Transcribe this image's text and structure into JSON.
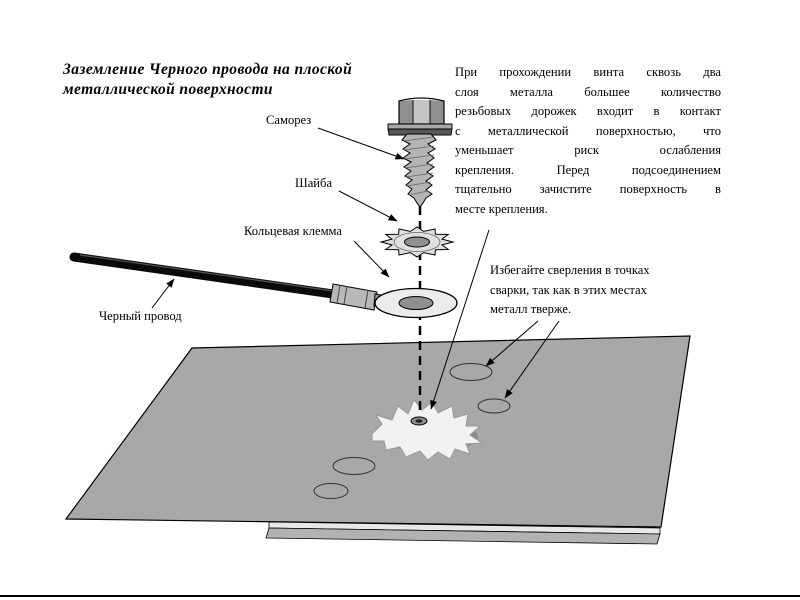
{
  "page": {
    "title_line1": "Заземление Черного провода на плоской",
    "title_line2": "металлической  поверхности"
  },
  "callouts": {
    "screw": "Саморез",
    "washer": "Шайба",
    "ring_terminal": "Кольцевая клемма",
    "black_wire": "Черный провод"
  },
  "paragraphs": {
    "threading_note_lines": [
      "При прохождении винта сквозь два",
      "слоя металла большее количество",
      "резьбовых дорожек входит в контакт",
      "с металлической поверхностью, что",
      "уменьшает риск ослабления",
      "крепления.  Перед подсоединением",
      "тщательно зачистите поверхность в",
      "месте крепления."
    ],
    "weld_note_lines": [
      "Избегайте сверления в точках",
      "сварки, так как в этих местах",
      "металл тверже."
    ]
  },
  "colors": {
    "plate_gray": "#a8a8a8",
    "lower_sheet_gray": "#b2b2b2",
    "edge_light": "#e8e8e8",
    "part_gray": "#b5b5b5",
    "washer_gray": "#e0e0e0",
    "ring_gray": "#ececec",
    "hole_gray": "#8f8f8f",
    "wire_black": "#0a0a0a"
  }
}
